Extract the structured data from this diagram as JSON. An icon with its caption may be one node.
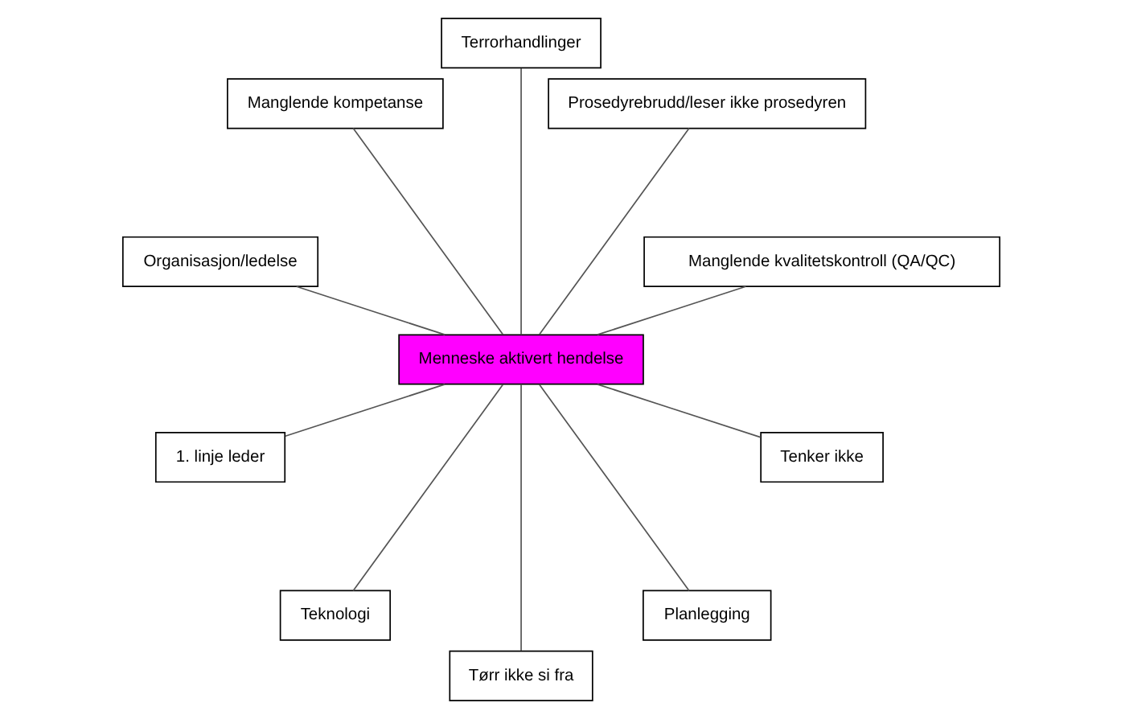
{
  "diagram": {
    "nodes": [
      {
        "text": [
          "Manglende kvalitetskontroll (QA/QC)"
        ]
      },
      {
        "text": [
          "Prosedyrebrudd/leser ikke prosedyren"
        ]
      },
      {
        "text": [
          "Terrorhandlinger"
        ]
      },
      {
        "text": [
          "Manglende kompetanse"
        ]
      },
      {
        "text": [
          "Organisasjon/ledelse"
        ]
      },
      {
        "text": [
          "Menneske aktivert hendelse"
        ]
      },
      {
        "text": [
          "1. linje leder"
        ]
      },
      {
        "text": [
          "Teknologi"
        ]
      },
      {
        "text": [
          "Tørr ikke si fra"
        ]
      },
      {
        "text": [
          "Planlegging"
        ]
      },
      {
        "text": [
          "Tenker ikke"
        ]
      }
    ],
    "edges": [
      {
        "from": 5,
        "to": 0,
        "arrow": "none"
      },
      {
        "from": 5,
        "to": 1,
        "arrow": "none"
      },
      {
        "from": 5,
        "to": 2,
        "arrow": "none"
      },
      {
        "from": 5,
        "to": 3,
        "arrow": "none"
      },
      {
        "from": 5,
        "to": 4,
        "arrow": "none"
      },
      {
        "from": 5,
        "to": 6,
        "arrow": "none"
      },
      {
        "from": 5,
        "to": 7,
        "arrow": "none"
      },
      {
        "from": 5,
        "to": 8,
        "arrow": "none"
      },
      {
        "from": 5,
        "to": 9,
        "arrow": "none"
      },
      {
        "from": 5,
        "to": 10,
        "arrow": "none"
      }
    ]
  }
}
